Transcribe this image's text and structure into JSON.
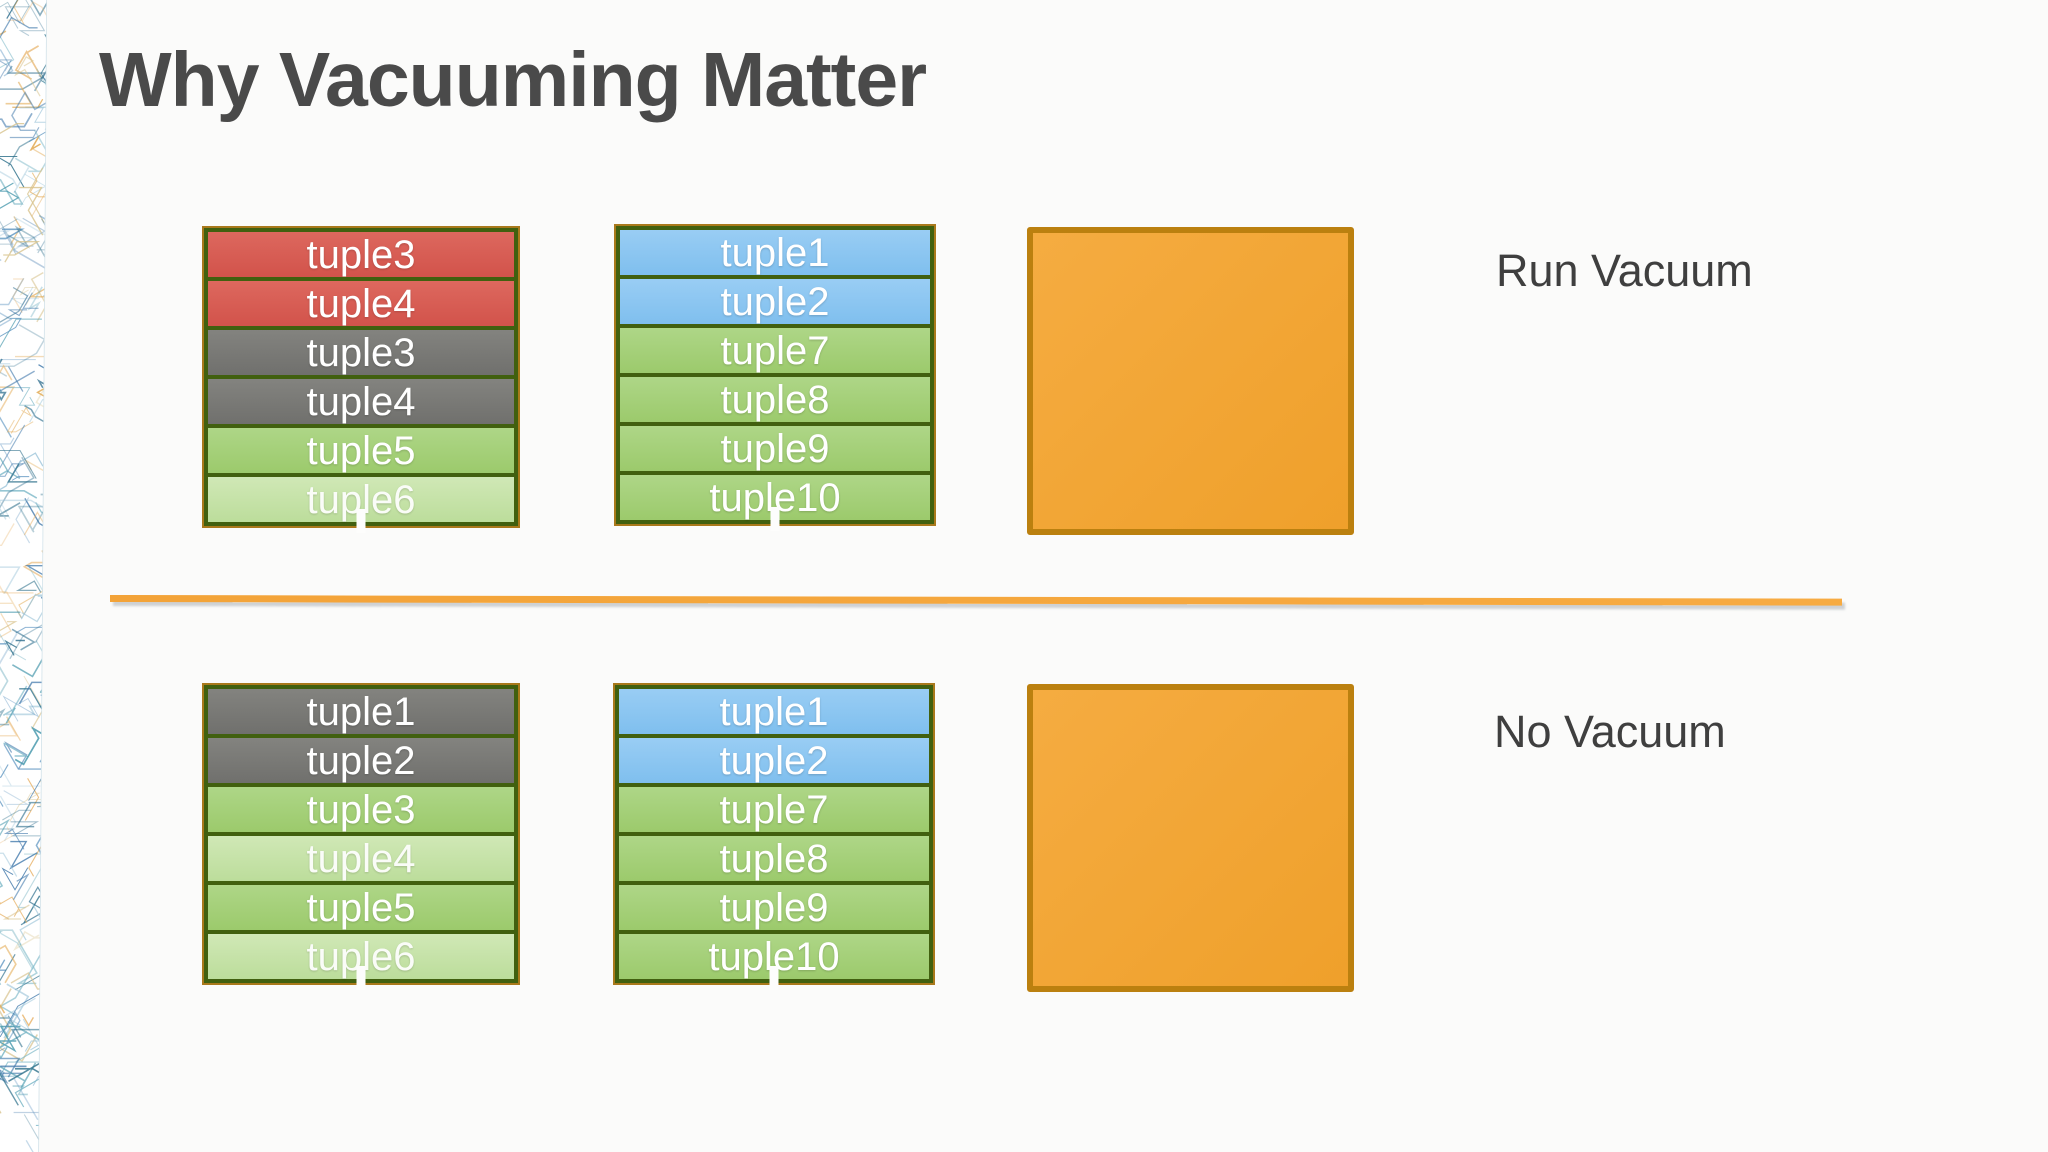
{
  "slide": {
    "title": "Why Vacuuming Matter"
  },
  "colors": {
    "title-text": "#4a4a4a",
    "label-text": "#3f3f3f",
    "tuple-text": "#ffffff",
    "red": "#d2534b",
    "red-light": "#dd685e",
    "gray": "#70706d",
    "gray-light": "#83837f",
    "green": "#9cca6c",
    "green-light": "#aed687",
    "lightgreen": "#bcdd9b",
    "lightgreen-light": "#d0e8b6",
    "blue": "#7fbfee",
    "blue-light": "#99cdf4",
    "row-border": "#41600f",
    "stack-border": "#a9791b",
    "orange": "#efa02b",
    "orange-light": "#f5ac41",
    "orange-border": "#bb800f",
    "divider": "#f3a338",
    "divider-light": "#f7ab42"
  },
  "sections": [
    {
      "id": "run-vacuum",
      "label": "Run Vacuum",
      "stacks": [
        {
          "rows": [
            {
              "label": "tuple3",
              "color": "red"
            },
            {
              "label": "tuple4",
              "color": "red"
            },
            {
              "label": "tuple3",
              "color": "gray"
            },
            {
              "label": "tuple4",
              "color": "gray"
            },
            {
              "label": "tuple5",
              "color": "green"
            },
            {
              "label": "tuple6",
              "color": "lightgreen"
            }
          ]
        },
        {
          "rows": [
            {
              "label": "tuple1",
              "color": "blue"
            },
            {
              "label": "tuple2",
              "color": "blue"
            },
            {
              "label": "tuple7",
              "color": "green"
            },
            {
              "label": "tuple8",
              "color": "green"
            },
            {
              "label": "tuple9",
              "color": "green"
            },
            {
              "label": "tuple10",
              "color": "green"
            }
          ]
        }
      ]
    },
    {
      "id": "no-vacuum",
      "label": "No Vacuum",
      "stacks": [
        {
          "rows": [
            {
              "label": "tuple1",
              "color": "gray"
            },
            {
              "label": "tuple2",
              "color": "gray"
            },
            {
              "label": "tuple3",
              "color": "green"
            },
            {
              "label": "tuple4",
              "color": "lightgreen"
            },
            {
              "label": "tuple5",
              "color": "green"
            },
            {
              "label": "tuple6",
              "color": "lightgreen"
            }
          ]
        },
        {
          "rows": [
            {
              "label": "tuple1",
              "color": "blue"
            },
            {
              "label": "tuple2",
              "color": "blue"
            },
            {
              "label": "tuple7",
              "color": "green"
            },
            {
              "label": "tuple8",
              "color": "green"
            },
            {
              "label": "tuple9",
              "color": "green"
            },
            {
              "label": "tuple10",
              "color": "green"
            }
          ]
        }
      ]
    }
  ]
}
